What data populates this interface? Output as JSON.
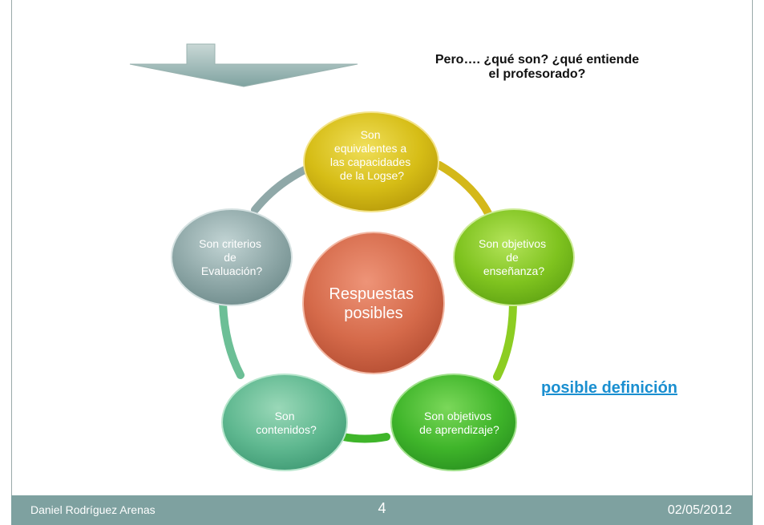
{
  "question": {
    "line1": "Pero…. ¿qué son? ¿qué entiende",
    "line2": "el profesorado?"
  },
  "center": {
    "line1": "Respuestas",
    "line2": "posibles"
  },
  "nodes": [
    {
      "lines": [
        "Son",
        "equivalentes a",
        "las capacidades",
        "de la Logse?"
      ]
    },
    {
      "lines": [
        "Son objetivos",
        "de",
        "enseñanza?"
      ]
    },
    {
      "lines": [
        "Son objetivos",
        "de aprendizaje?"
      ]
    },
    {
      "lines": [
        "Son",
        "contenidos?"
      ]
    },
    {
      "lines": [
        "Son criterios",
        "de",
        "Evaluación?"
      ]
    }
  ],
  "link": {
    "label": "posible definición"
  },
  "footer": {
    "author": "Daniel Rodríguez Arenas",
    "page": "4",
    "date": "02/05/2012"
  },
  "colors": {
    "node_yellow": "#d4b81a",
    "node_lime": "#7fc31f",
    "node_green": "#3fb52a",
    "node_teal": "#5fb890",
    "node_gray": "#8fa8a8",
    "center": "#d56a4a",
    "link": "#1a8fd0",
    "footer": "#7ea1a0"
  }
}
